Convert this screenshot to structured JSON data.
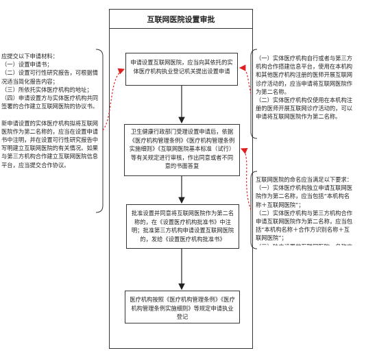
{
  "diagram": {
    "title": "互联网医院设置审批",
    "steps": [
      "申请设置互联网医院，应当向其依托的实体医疗机构执业登记机关提出设置申请",
      "卫生健康行政部门受理设置申请后，依据《医疗机构管理条例》《医疗机构管理条例实施细则》《互联网医院基本标准（试行）等有关规定进行审核，作出同意或者不同意的书面答复",
      "批准设置并同意将互联网医院作为第二名称的，在《设置医疗机构批准书》中注明；批准第三方机构申请设置互联网医院的，发给《设置医疗机构批准书》",
      "医疗机构按照《医疗机构管理条例》《医疗机构管理条例实施细则》等规定申请执业登记"
    ],
    "left_note": "应提交以下申请材料：\n（一）设置申请书；\n（二）设置可行性研究报告，可根据情况适当简化报告内容；\n（三）所依托实体医疗机构的地址；\n（四）申请设置方与实体医疗机构共同签署的合作建立互联网医院的协议书。\n\n新申请设置的实体医疗机构拟将互联网医院作为第二名称的，应当在设置申请书中注明，并在设置可行性研究报告中写明建立互联网医院的有关情况。如果与第三方机构合作建立互联网医院信息平台，应当提交合作协议。",
    "right_note_1": "（一）实体医疗机构自行或者与第三方机构合作搭建信息平台，使用在本机构和其他医疗机构注册的医师开展互联网诊疗活动的，应当申请将互联网医院作为第二名称。\n（二）实体医疗机构仅使用在本机构注册的医师开展互联网诊疗活动的，可以申请将互联网医院作为第二名称。",
    "right_note_2": "互联网医院的命名应当满足以下要求：\n（一）实体医疗机构独立申请互联网医院作为第二名称，应当包括“本机构名称＋互联网医院”；\n（二）实体医疗机构与第三方机构合作申请互联网医院作为第二名称，应当包括“本机构名称＋合作方识别名称＋互联网医院”；\n（三）独立设置的互联网医院，名称应当包括“申请设置方识别名称＋互联网医院”。"
  },
  "colors": {
    "connector": "#e02020",
    "line": "#333333"
  }
}
